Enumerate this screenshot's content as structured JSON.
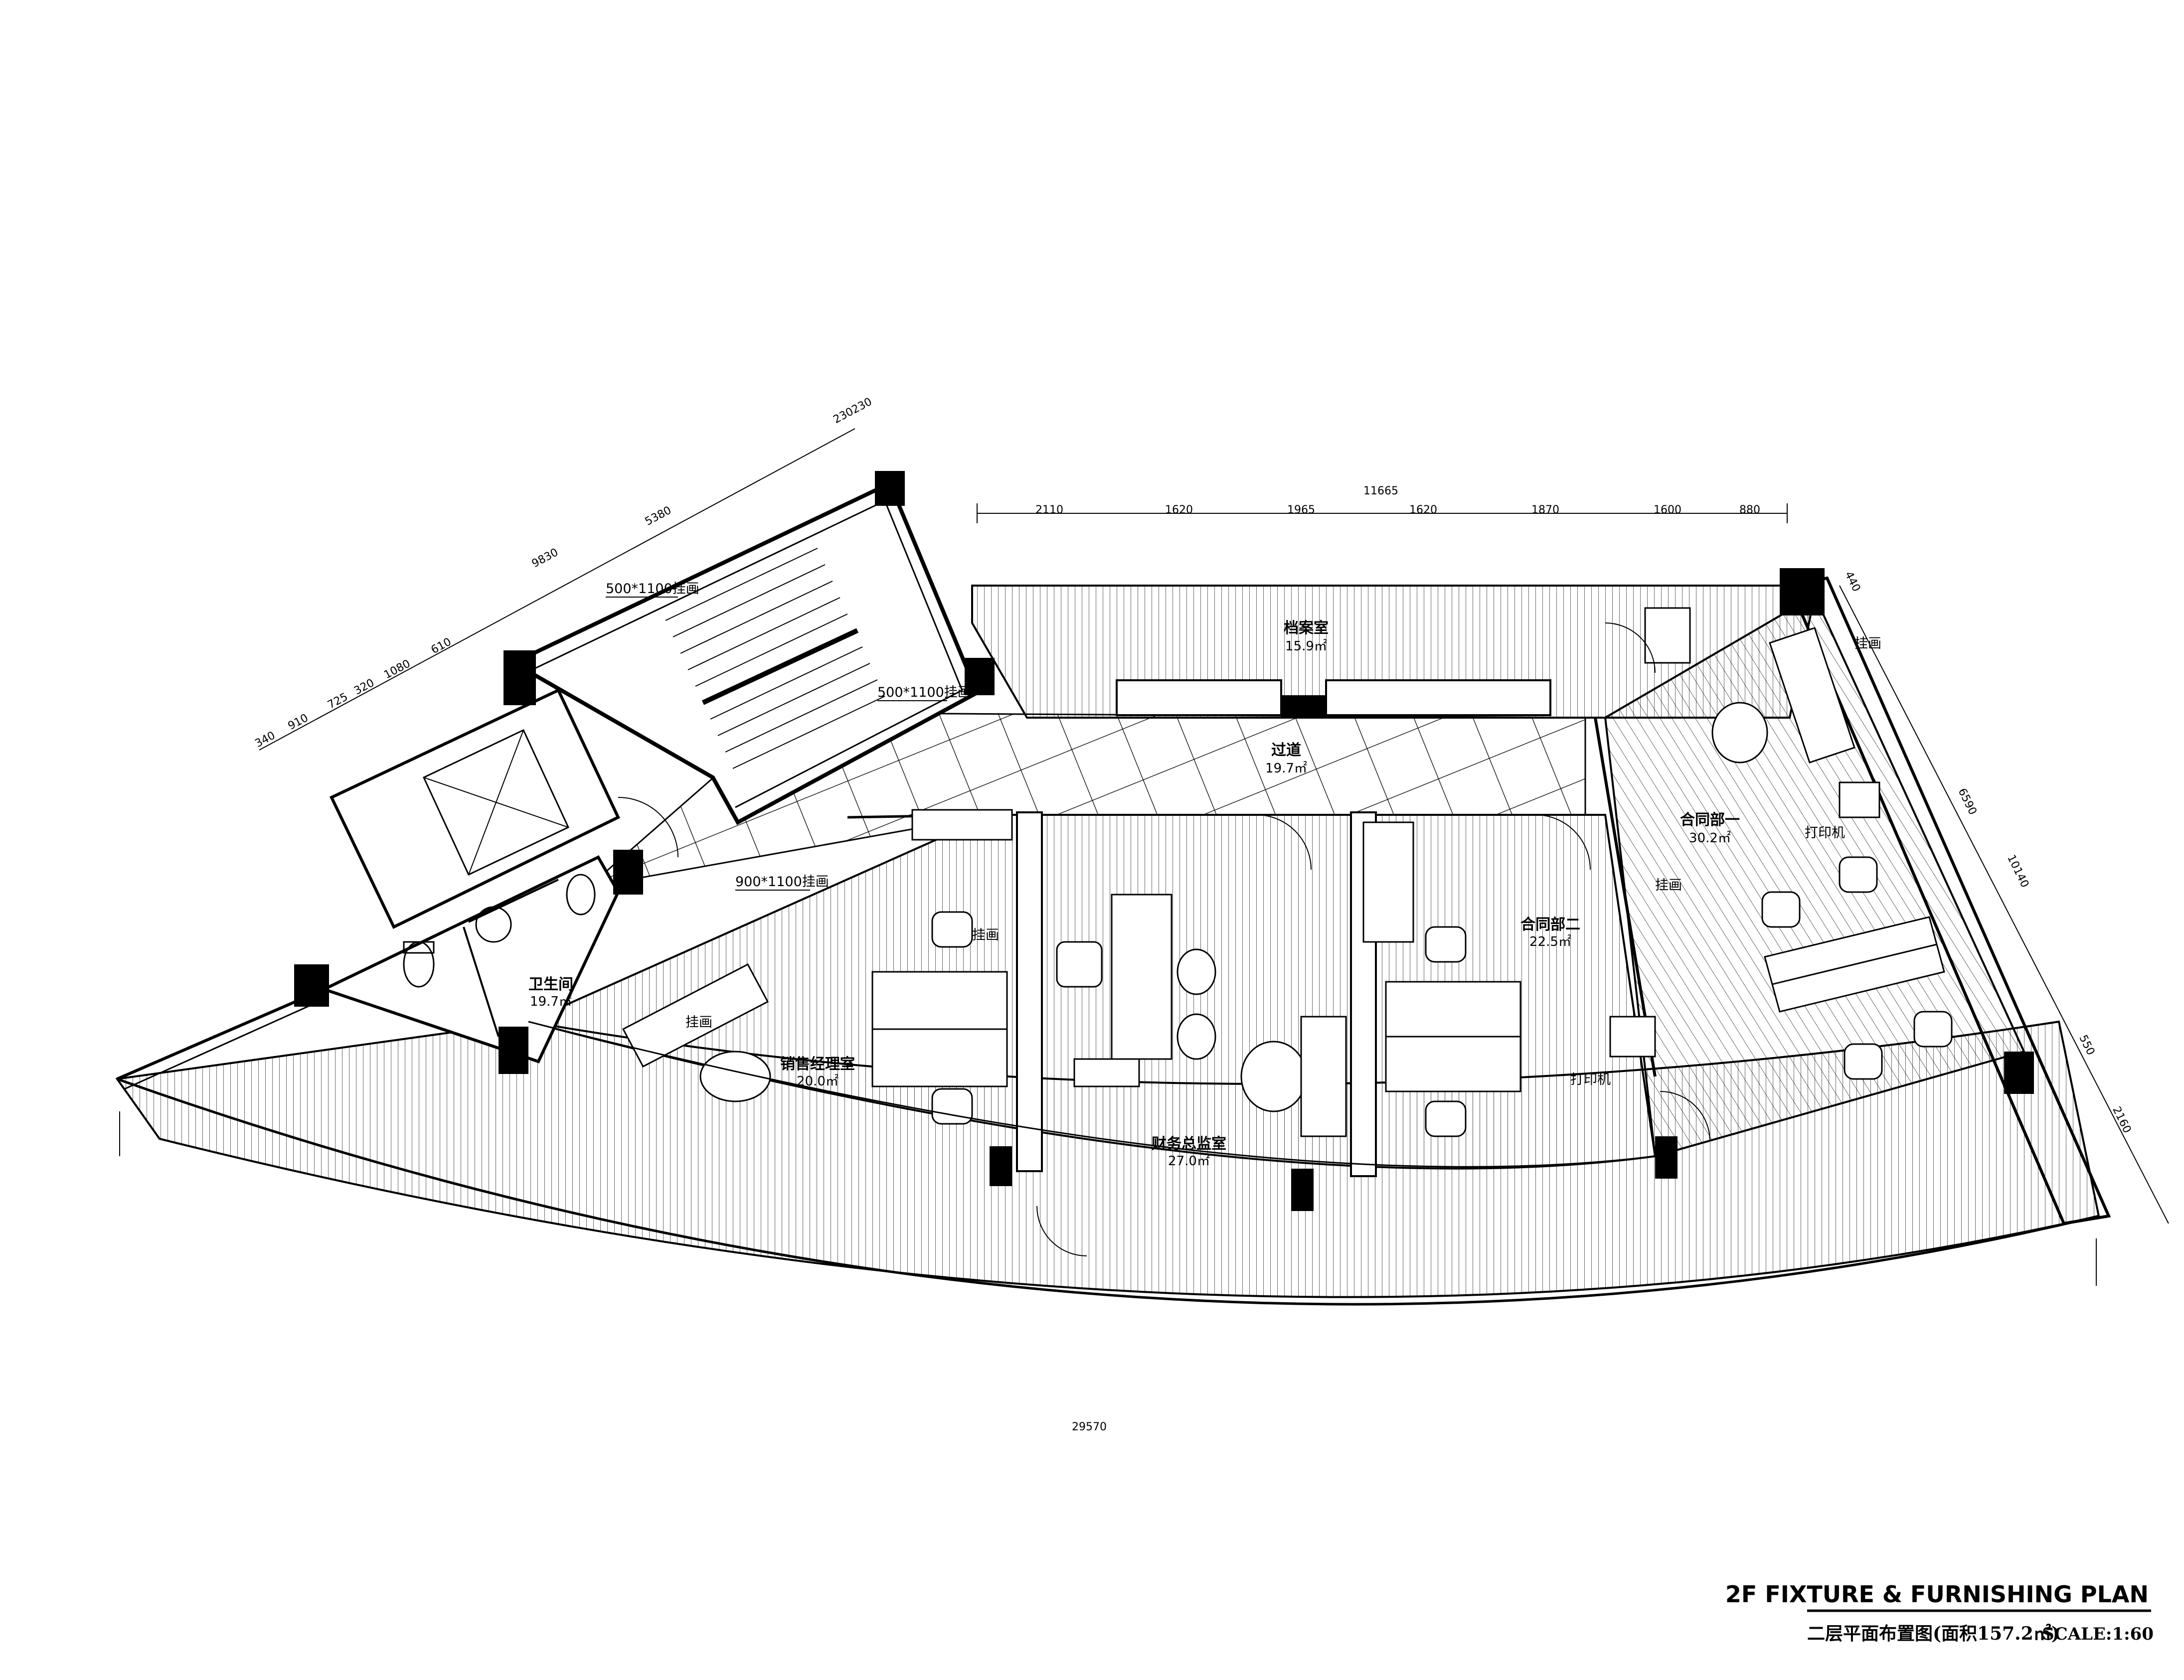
{
  "title": {
    "english": "2F FIXTURE & FURNISHING PLAN",
    "chinese": "二层平面布置图(面积157.2㎡)",
    "scale": "SCALE:1:60"
  },
  "rooms": [
    {
      "name": "档案室",
      "area": "15.9㎡"
    },
    {
      "name": "过道",
      "area": "19.7㎡"
    },
    {
      "name": "合同部一",
      "area": "30.2㎡"
    },
    {
      "name": "合同部二",
      "area": "22.5㎡"
    },
    {
      "name": "财务总监室",
      "area": "27.0㎡"
    },
    {
      "name": "销售经理室",
      "area": "20.0㎡"
    },
    {
      "name": "卫生间",
      "area": "19.7㎡"
    }
  ],
  "notes": {
    "painting_500_a": "500*1100挂画",
    "painting_500_b": "500*1100挂画",
    "painting_900": "900*1100挂画",
    "painting": "挂画",
    "printer": "打印机"
  },
  "dimensions": {
    "top_total": "11665",
    "top_segments": [
      "2110",
      "1620",
      "1965",
      "1620",
      "1870",
      "1600",
      "880"
    ],
    "left_total": "9830",
    "left_segment_a": "5380",
    "left_top": "230",
    "left_top_b": "230",
    "left_segments": [
      "340",
      "910",
      "725",
      "320",
      "1080",
      "610"
    ],
    "right_total": "10140",
    "right_a": "440",
    "right_b": "6590",
    "right_c": "550",
    "right_d": "2160",
    "arc": "29570"
  },
  "colors": {
    "line": "#000000",
    "background": "#ffffff"
  }
}
